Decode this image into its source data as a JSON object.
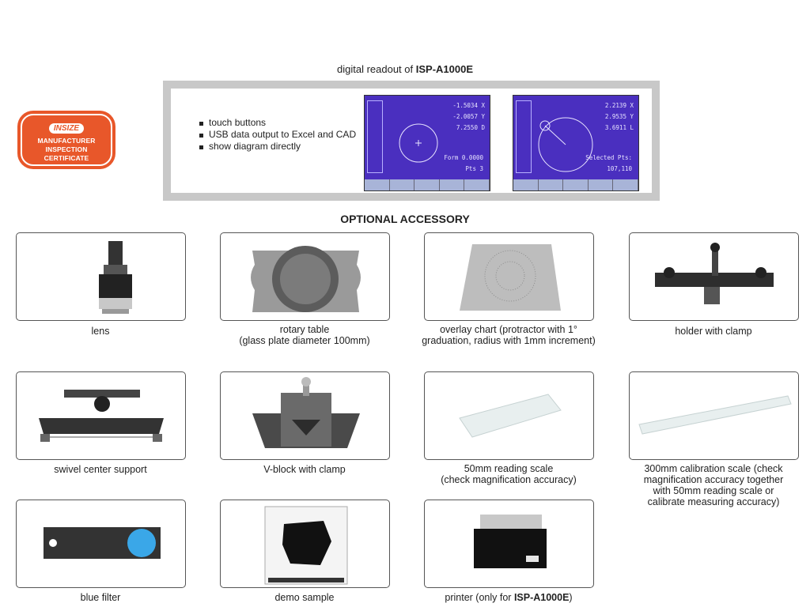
{
  "readout": {
    "title_prefix": "digital readout of ",
    "model": "ISP-A1000E",
    "features": [
      "touch buttons",
      "USB data output to Excel and CAD",
      "show diagram directly"
    ],
    "screen1": {
      "values": [
        "-1.5034 X",
        "-2.0057 Y",
        "7.2550 D"
      ],
      "footer": [
        "Form  0.0000",
        "Pts  3"
      ]
    },
    "screen2": {
      "values": [
        "2.2139 X",
        "2.9535 Y",
        "3.6911 L"
      ],
      "footer": [
        "Selected Pts:",
        "107,110"
      ]
    },
    "screen_color": "#4a2fbf"
  },
  "badge": {
    "logo": "INSIZE",
    "line1": "MANUFACTURER",
    "line2": "INSPECTION CERTIFICATE",
    "color": "#e8572a"
  },
  "accessories": {
    "title": "OPTIONAL ACCESSORY",
    "items": [
      {
        "id": "lens",
        "caption": "lens"
      },
      {
        "id": "rotary-table",
        "caption": "rotary table\n(glass plate diameter 100mm)"
      },
      {
        "id": "overlay-chart",
        "caption": "overlay chart (protractor with 1°\ngraduation, radius with 1mm increment)"
      },
      {
        "id": "holder-clamp",
        "caption": "holder with clamp"
      },
      {
        "id": "swivel-support",
        "caption": "swivel center support"
      },
      {
        "id": "v-block",
        "caption": "V-block with clamp"
      },
      {
        "id": "reading-scale-50",
        "caption": "50mm reading scale\n(check magnification accuracy)"
      },
      {
        "id": "calibration-scale-300",
        "caption": "300mm calibration scale (check\nmagnification accuracy together\nwith 50mm reading scale or\ncalibrate measuring accuracy)"
      },
      {
        "id": "blue-filter",
        "caption": "blue filter"
      },
      {
        "id": "demo-sample",
        "caption": "demo sample"
      },
      {
        "id": "printer",
        "caption_prefix": "printer (only for ",
        "caption_model": "ISP-A1000E",
        "caption_suffix": ")"
      }
    ]
  }
}
